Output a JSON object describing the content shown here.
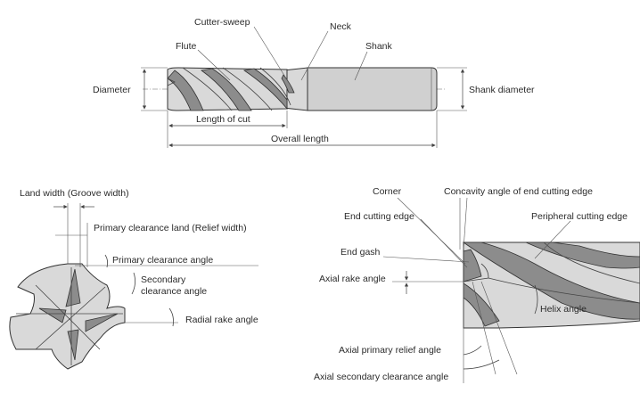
{
  "labels": {
    "cutter_sweep": "Cutter-sweep",
    "neck": "Neck",
    "flute": "Flute",
    "shank": "Shank",
    "diameter": "Diameter",
    "shank_diameter": "Shank diameter",
    "length_of_cut": "Length of cut",
    "overall_length": "Overall length",
    "land_width": "Land width (Groove width)",
    "primary_clearance_land": "Primary clearance land (Relief width)",
    "primary_clearance_angle": "Primary clearance angle",
    "secondary_clearance_angle_1": "Secondary",
    "secondary_clearance_angle_2": "clearance angle",
    "radial_rake_angle": "Radial rake angle",
    "corner": "Corner",
    "concavity_angle": "Concavity angle of end cutting edge",
    "end_cutting_edge": "End cutting edge",
    "peripheral_cutting_edge": "Peripheral cutting edge",
    "end_gash": "End gash",
    "axial_rake_angle": "Axial rake angle",
    "helix_angle": "Helix angle",
    "axial_primary_relief_angle": "Axial primary relief angle",
    "axial_secondary_clearance_angle": "Axial secondary clearance angle"
  }
}
